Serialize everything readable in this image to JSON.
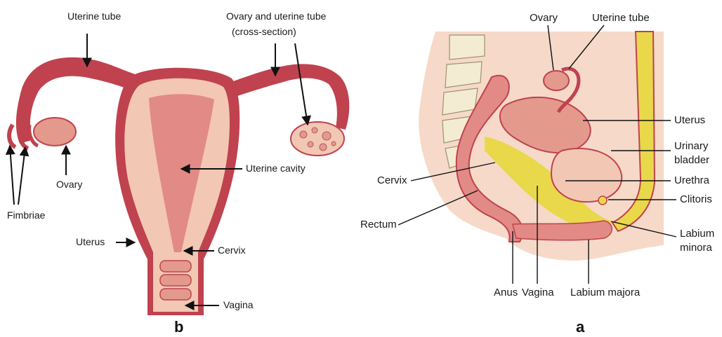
{
  "panels": {
    "left": {
      "tag": "b",
      "labels": {
        "uterine_tube": "Uterine tube",
        "ovary_tube_line1": "Ovary and uterine tube",
        "ovary_tube_line2": "(cross-section)",
        "ovary": "Ovary",
        "uterine_cavity": "Uterine cavity",
        "fimbriae": "Fimbriae",
        "uterus": "Uterus",
        "cervix": "Cervix",
        "vagina": "Vagina"
      }
    },
    "right": {
      "tag": "a",
      "labels": {
        "ovary": "Ovary",
        "uterine_tube": "Uterine tube",
        "uterus": "Uterus",
        "urinary_line1": "Urinary",
        "urinary_line2": "bladder",
        "urethra": "Urethra",
        "clitoris": "Clitoris",
        "labium_minora_line1": "Labium",
        "labium_minora_line2": "minora",
        "cervix": "Cervix",
        "rectum": "Rectum",
        "anus": "Anus",
        "vagina": "Vagina",
        "labium_majora": "Labium majora"
      }
    }
  },
  "colors": {
    "tissue_dark": "#c0424f",
    "tissue_light": "#f2c7b4",
    "tissue_mid": "#e39a8c",
    "cavity": "#e28a86",
    "bladder_yellow": "#e8d84a",
    "skin": "#f6d9c8",
    "bone": "#f3ecd2"
  }
}
